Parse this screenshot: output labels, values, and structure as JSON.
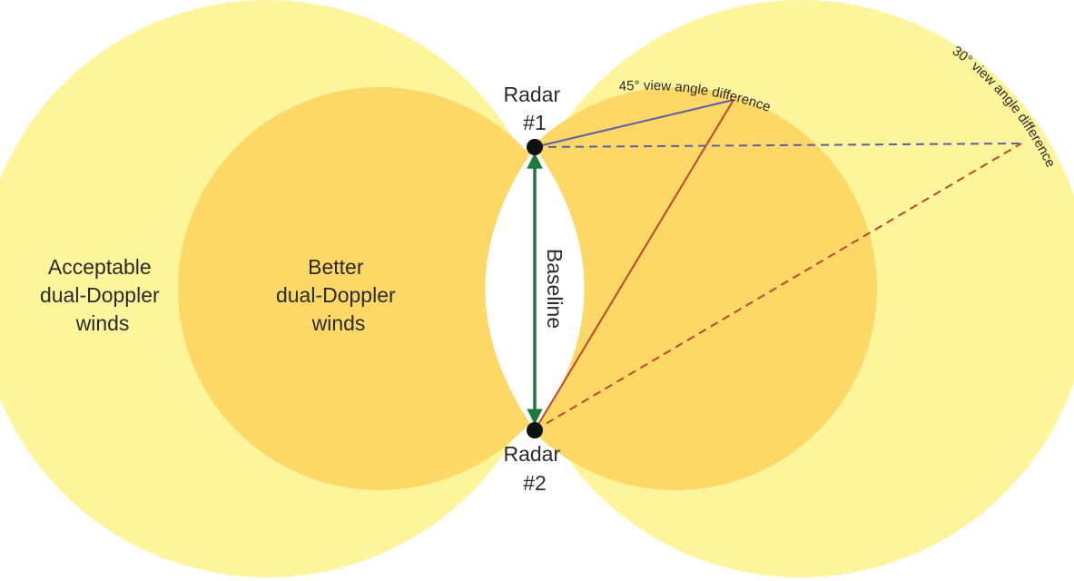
{
  "labels": {
    "outer_zone": [
      "Acceptable",
      "dual-Doppler",
      "winds"
    ],
    "inner_zone": [
      "Better",
      "dual-Doppler",
      "winds"
    ],
    "radar1": [
      "Radar",
      "#1"
    ],
    "radar2": [
      "Radar",
      "#2"
    ],
    "baseline": "Baseline",
    "angle45": "45° view angle difference",
    "angle30": "30° view angle difference"
  },
  "colors": {
    "outer_zone": "#fef49c",
    "inner_zone": "#fdd867",
    "lens": "#ffffff",
    "baseline_arrow": "#1e7a3c",
    "line_blue": "#5b5fa8",
    "line_red": "#c0462a",
    "radar_marker": "#111111"
  }
}
